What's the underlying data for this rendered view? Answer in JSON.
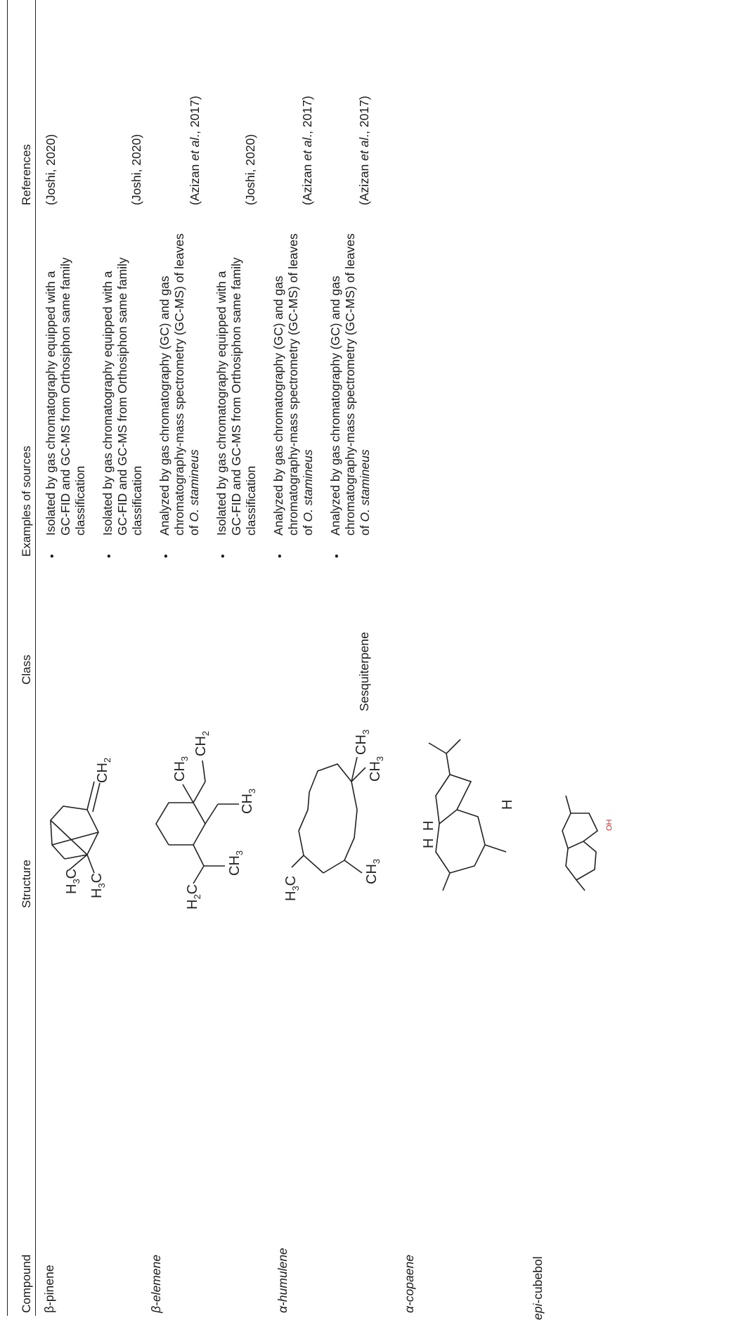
{
  "table": {
    "headers": {
      "compound": "Compound",
      "structure": "Structure",
      "class": "Class",
      "sources": "Examples of sources",
      "references": "References"
    },
    "class_label": "Sesquiterpene",
    "rows": [
      {
        "compound": "β-pinene",
        "source_lines": [
          "Isolated by gas chromatography equipped with a",
          "GC-FID and GC-MS from Orthosiphon same family",
          "classification"
        ],
        "reference": "(Joshi, 2020)"
      },
      {
        "compound": "β-elemene",
        "source_lines": [
          "Isolated by gas chromatography equipped with a",
          "GC-FID and GC-MS from Orthosiphon same family",
          "classification"
        ],
        "reference": "(Joshi, 2020)"
      },
      {
        "compound": "β-elemene",
        "source_lines": [
          "Analyzed by gas chromatography (GC) and gas",
          "chromatography-mass spectrometry (GC-MS) of leaves",
          "of O. stamineus"
        ],
        "reference_pre": "(Azizan ",
        "reference_em": "et al",
        "reference_post": "., 2017)"
      },
      {
        "compound": "α-humulene",
        "source_lines": [
          "Isolated by gas chromatography equipped with a",
          "GC-FID and GC-MS from Orthosiphon same family",
          "classification"
        ],
        "reference": "(Joshi, 2020)"
      },
      {
        "compound": "α-humulene",
        "source_lines": [
          "Analyzed by gas chromatography (GC) and gas",
          "chromatography-mass spectrometry (GC-MS) of leaves",
          "of O. stamineus"
        ],
        "reference_pre": "(Azizan ",
        "reference_em": "et al",
        "reference_post": "., 2017)"
      },
      {
        "compound": "α-copaene",
        "source_lines": [
          "Analyzed by gas chromatography (GC) and gas",
          "chromatography-mass spectrometry (GC-MS) of leaves",
          "of O. stamineus"
        ],
        "reference_pre": "(Azizan ",
        "reference_em": "et al",
        "reference_post": "., 2017)"
      }
    ],
    "compounds_visible": {
      "beta_pinene": "β-pinene",
      "beta_elemene": "β-elemene",
      "alpha_humulene": "α-humulene",
      "alpha_copaene": "α-copaene",
      "epi_cubebol_prefix": "epi",
      "epi_cubebol_suffix": "-cubebol"
    },
    "source_italic_species": "O. stamineus",
    "source_of_prefix": "of ",
    "structure_labels": {
      "h3c": "H",
      "ch2": "CH",
      "ch3": "CH",
      "h2c": "H",
      "sub2": "2",
      "sub3": "3",
      "c": "C",
      "h": "H",
      "oh": "OH"
    }
  }
}
